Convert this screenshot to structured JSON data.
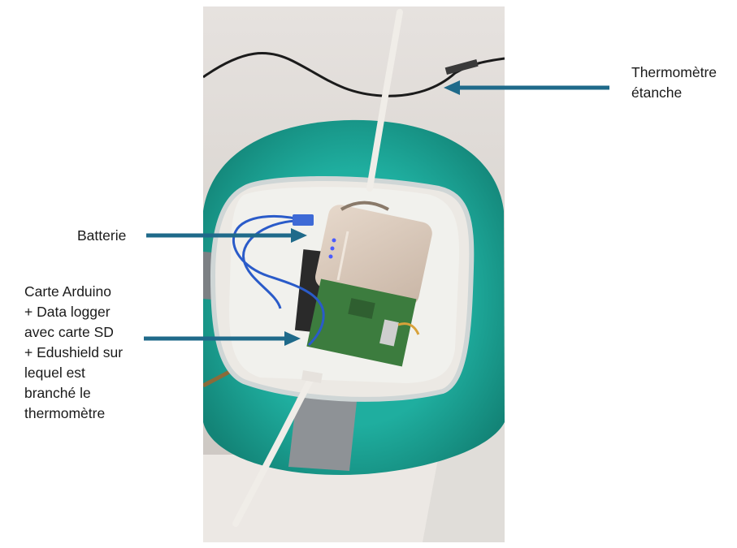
{
  "labels": {
    "thermometer": [
      "Thermomètre",
      "étanche"
    ],
    "battery": [
      "Batterie"
    ],
    "arduino": [
      "Carte Arduino",
      "+ Data logger",
      "avec carte SD",
      "+ Edushield sur",
      "lequel est",
      "branché le",
      "thermomètre"
    ]
  },
  "colors": {
    "arrow": "#1f6a8a",
    "float": "#22a99c",
    "battery": "#d8c8b8",
    "pcb": "#3b7a3c",
    "cable": "#2a5bc9"
  }
}
